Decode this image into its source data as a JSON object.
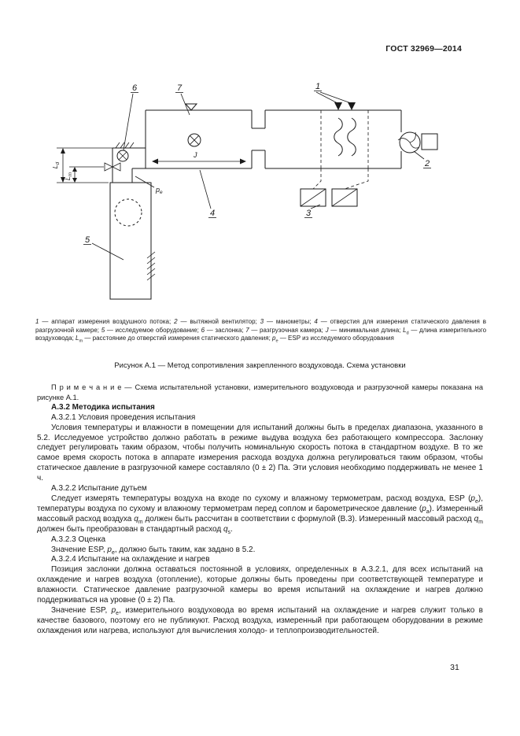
{
  "header": {
    "doc_number": "ГОСТ 32969—2014"
  },
  "figure": {
    "labels": {
      "n1": "1",
      "n2": "2",
      "n3": "3",
      "n4": "4",
      "n5": "5",
      "n6": "6",
      "n7": "7",
      "j": "J",
      "L": "L",
      "d": "d",
      "m": "m",
      "p": "p",
      "e": "e"
    },
    "caption": "*1* — аппарат измерения воздушного потока; *2* — вытяжной вентилятор; *3* — манометры; *4* — отверстия для измерения статического давления в разгрузочной камере; *5* — исследуемое оборудование; *6* — заслонка; *7* — разгрузочная камера; *J* — минимальная длина; *L*~d~ — длина измерительного воздуховода; *L*~m~ — расстояние до отверстий измерения статического давления; *p*~e~ — ESP из исследуемого оборудования",
    "title": "Рисунок А.1 — Метод сопротивления закрепленного воздуховода. Схема установки"
  },
  "body": {
    "paragraphs": [
      {
        "style": "note",
        "text": "П р и м е ч а н и е — Схема испытательной установки, измерительного воздуховода и разгрузочной камеры показана на рисунке А.1."
      },
      {
        "style": "bold",
        "text": "А.3.2 Методика испытания"
      },
      {
        "style": "plain",
        "text": "А.3.2.1 Условия проведения испытания"
      },
      {
        "style": "plain",
        "text": "Условия температуры и влажности в помещении для испытаний должны быть в пределах диапазона, указанного в 5.2. Исследуемое устройство должно работать в режиме выдува воздуха без работающего компрессора. Заслонку следует регулировать таким образом, чтобы получить номинальную скорость потока в стандартном воздухе. В то же самое время скорость потока в аппарате измерения расхода воздуха должна регулироваться таким образом, чтобы статическое давление в разгрузочной камере составляло (0 ± 2) Па. Эти условия необходимо поддерживать не менее 1 ч."
      },
      {
        "style": "plain",
        "text": "А.3.2.2 Испытание дутьем"
      },
      {
        "style": "plain",
        "text": "Следует измерять температуры воздуха на входе по сухому и влажному термометрам, расход воздуха, ESP (*p*~e~), температуры воздуха по сухому и влажному термометрам перед соплом и барометрическое давление (*p*~a~). Измеренный массовый расход воздуха *q*~m~ должен быть рассчитан в соответствии с формулой (В.3). Измеренный массовый расход *q*~m~ должен быть преобразован в стандартный расход *q*~s~."
      },
      {
        "style": "plain",
        "text": "А.3.2.3 Оценка"
      },
      {
        "style": "plain",
        "text": "Значение ESP, *p*~e~, должно быть таким, как задано в 5.2."
      },
      {
        "style": "plain",
        "text": "А.3.2.4 Испытание на охлаждение и нагрев"
      },
      {
        "style": "plain",
        "text": "Позиция заслонки должна оставаться постоянной в условиях, определенных в А.3.2.1, для всех испытаний на охлаждение и нагрев воздуха (отопление), которые должны быть проведены при соответствующей температуре и влажности. Статическое давление разгрузочной камеры во время испытаний на охлаждение и нагрев должно поддерживаться на уровне (0 ± 2) Па."
      },
      {
        "style": "plain",
        "text": "Значение ESP, *p*~e~, измерительного воздуховода во время испытаний на охлаждение и нагрев служит только в качестве базового, поэтому его не публикуют. Расход воздуха, измеренный при работающем оборудовании в режиме охлаждения или нагрева, используют для вычисления холодо- и теплопроизводительностей."
      }
    ]
  },
  "footer": {
    "page_number": "31"
  }
}
